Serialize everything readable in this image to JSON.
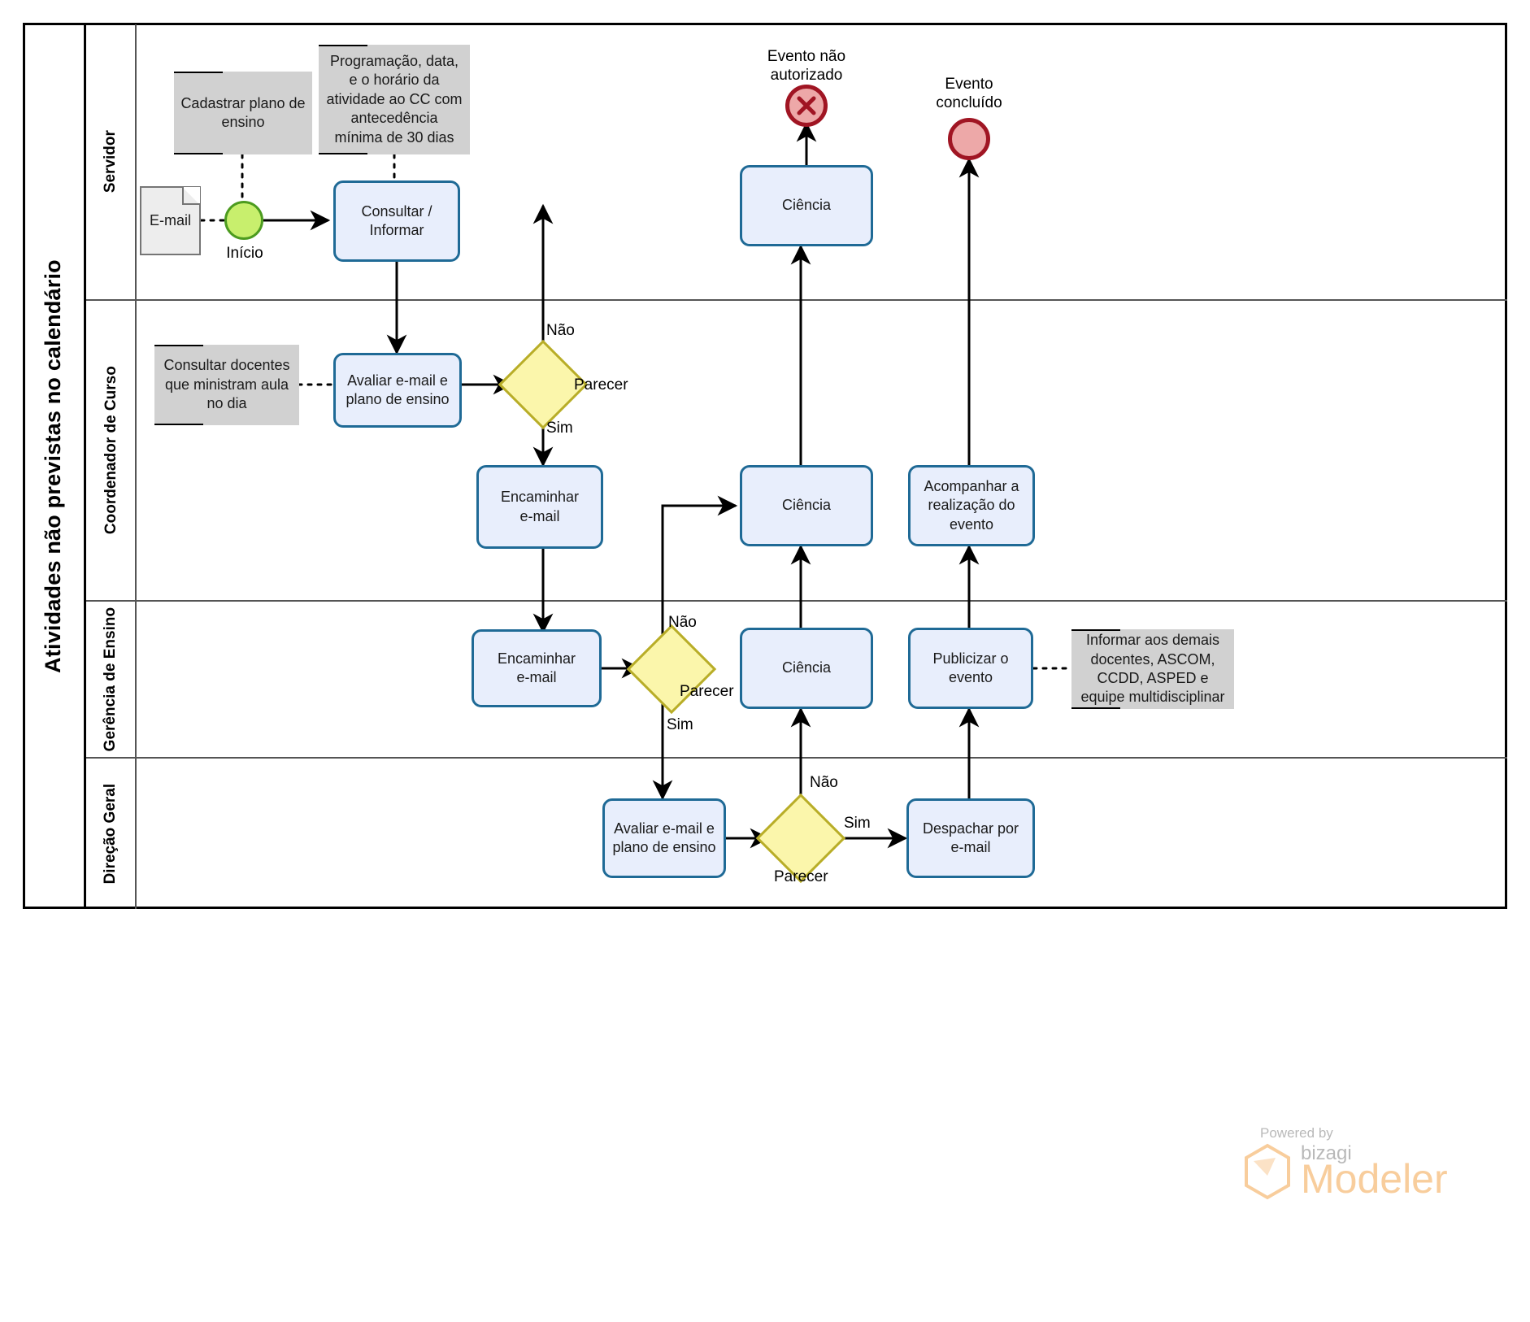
{
  "pool": {
    "title": "Atividades não previstas no calendário"
  },
  "lanes": [
    {
      "id": "servidor",
      "label": "Servidor"
    },
    {
      "id": "coordenador",
      "label": "Coordenador de Curso"
    },
    {
      "id": "gerencia",
      "label": "Gerência de\nEnsino"
    },
    {
      "id": "direcao",
      "label": "Direção Geral"
    }
  ],
  "events": {
    "start": {
      "label": "Início"
    },
    "end_nao_autorizado": {
      "label": "Evento não\nautorizado"
    },
    "end_concluido": {
      "label": "Evento\nconcluído"
    }
  },
  "data_objects": {
    "email": {
      "label": "E-mail"
    }
  },
  "annotations": {
    "cadastrar_plano": {
      "text": "Cadastrar plano de ensino"
    },
    "programacao": {
      "text": "Programação, data, e o horário da atividade ao CC com antecedência mínima de 30 dias"
    },
    "consultar_docentes": {
      "text": "Consultar docentes que ministram aula no dia"
    },
    "informar_demais": {
      "text": "Informar aos demais docentes, ASCOM, CCDD, ASPED e equipe multidisciplinar"
    }
  },
  "tasks": {
    "consultar_informar": {
      "label": "Consultar /\nInformar"
    },
    "ciencia_servidor": {
      "label": "Ciência"
    },
    "avaliar_coord": {
      "label": "Avaliar e-mail e\nplano de ensino"
    },
    "encaminhar_coord": {
      "label": "Encaminhar\ne-mail"
    },
    "ciencia_coord": {
      "label": "Ciência"
    },
    "acompanhar": {
      "label": "Acompanhar a\nrealização do\nevento"
    },
    "encaminhar_ger": {
      "label": "Encaminhar\ne-mail"
    },
    "ciencia_ger": {
      "label": "Ciência"
    },
    "publicizar": {
      "label": "Publicizar o\nevento"
    },
    "avaliar_dir": {
      "label": "Avaliar e-mail e\nplano de ensino"
    },
    "despachar": {
      "label": "Despachar por\ne-mail"
    }
  },
  "gateways": {
    "parecer_coord": {
      "label": "Parecer"
    },
    "parecer_ger": {
      "label": "Parecer"
    },
    "parecer_dir": {
      "label": "Parecer"
    }
  },
  "flow_labels": {
    "coord_nao": "Não",
    "coord_sim": "Sim",
    "ger_nao": "Não",
    "ger_sim": "Sim",
    "dir_nao": "Não",
    "dir_sim": "Sim"
  },
  "watermark": {
    "powered_by": "Powered by",
    "brand": "bizagi",
    "product": "Modeler"
  },
  "colors": {
    "task_fill": "#e8eefc",
    "task_stroke": "#1f6a96",
    "gateway_fill": "#fbf6ab",
    "gateway_stroke": "#b8ad28",
    "start_fill": "#c8ef6d",
    "start_stroke": "#4c9b1f",
    "end_fill": "#eda8a8",
    "end_stroke": "#a01523",
    "annotation_fill": "#d1d1d1",
    "pool_border": "#000000",
    "lane_border": "#555555",
    "watermark_orange": "#f8cd9c"
  }
}
